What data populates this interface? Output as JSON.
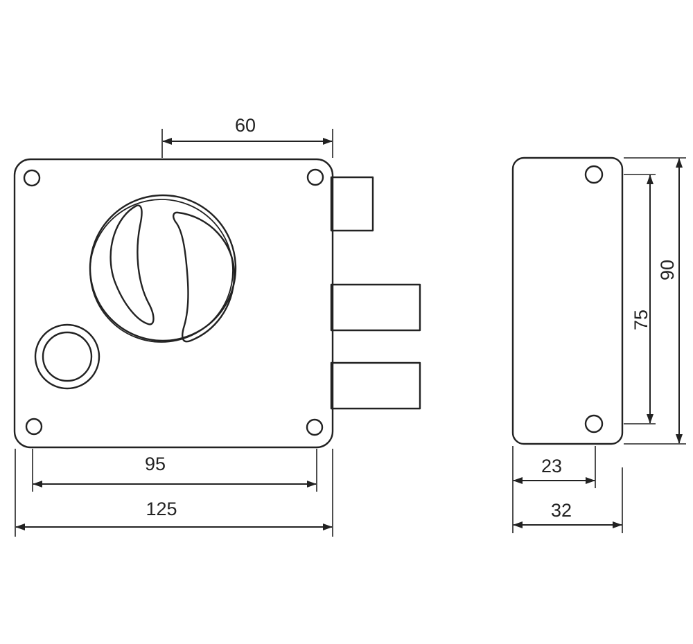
{
  "colors": {
    "line": "#222222",
    "background": "#ffffff"
  },
  "dimensions": {
    "top_width": "60",
    "inner_width": "95",
    "overall_width": "125",
    "side_inner_width": "23",
    "side_overall_width": "32",
    "side_inner_height": "75",
    "side_overall_height": "90"
  }
}
